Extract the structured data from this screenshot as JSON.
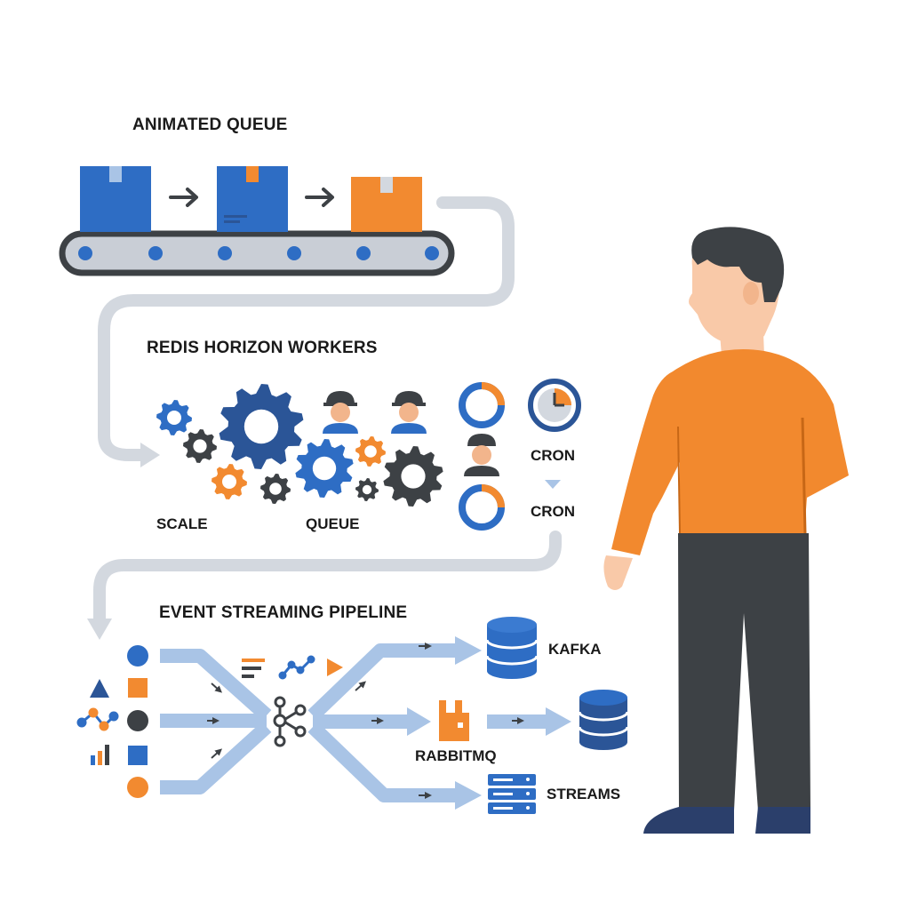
{
  "sections": {
    "queue": {
      "title": "ANIMATED QUEUE"
    },
    "workers": {
      "title": "REDIS HORIZON WORKERS",
      "labels": {
        "scale": "SCALE",
        "queue": "QUEUE",
        "cron_top": "CRON",
        "cron_bottom": "CRON"
      }
    },
    "pipeline": {
      "title": "EVENT STREAMING PIPELINE",
      "targets": {
        "kafka": "KAFKA",
        "rabbitmq": "RABBITMQ",
        "streams": "STREAMS"
      }
    }
  },
  "colors": {
    "blue": "#2E6DC4",
    "dark_blue": "#2B5597",
    "orange": "#F28A30",
    "dark_gray": "#3D4145",
    "light_gray": "#C9CED6",
    "arrow_blue": "#A9C4E6",
    "text": "#1A1A1A"
  },
  "icons": [
    "box-icon",
    "arrow-right-icon",
    "conveyor-belt-icon",
    "gear-icon",
    "worker-avatar-icon",
    "progress-ring-icon",
    "clock-icon",
    "database-icon",
    "server-icon",
    "rabbitmq-icon",
    "kafka-icon",
    "triangle-icon",
    "square-icon",
    "circle-icon",
    "chart-icon",
    "person-figure"
  ]
}
